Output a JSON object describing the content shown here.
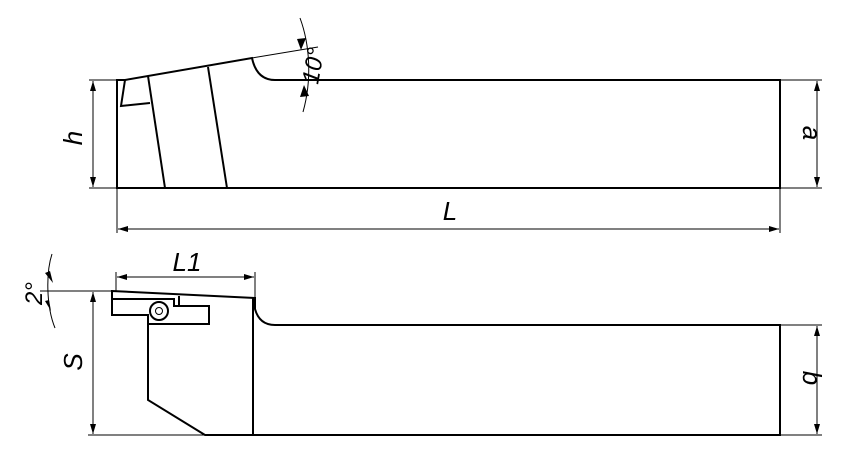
{
  "dimensions": {
    "angle_top": "10°",
    "angle_side": "2°",
    "h": "h",
    "a": "a",
    "L": "L",
    "L1": "L1",
    "S": "S",
    "b": "b"
  },
  "colors": {
    "line": "#000000",
    "background": "#ffffff"
  }
}
